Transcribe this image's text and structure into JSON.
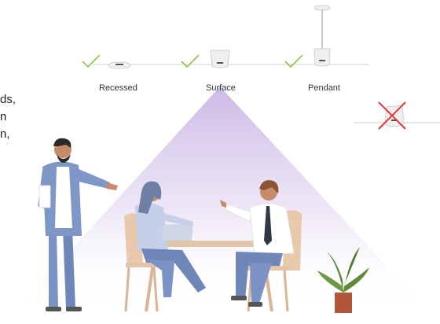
{
  "mounts": [
    {
      "label": "Recessed",
      "status": "supported"
    },
    {
      "label": "Surface",
      "status": "supported"
    },
    {
      "label": "Pendant",
      "status": "supported"
    },
    {
      "label": "",
      "status": "not-supported"
    }
  ],
  "cut_text_lines": [
    "ds,",
    "n",
    "n,"
  ],
  "icons": {
    "check": "checkmark-icon",
    "cross": "red-x-icon"
  },
  "colors": {
    "check_green": "#8cc63f",
    "cross_red": "#e8343a",
    "cone_top": "#c9b6e4",
    "shirt_blue": "#7f97c6",
    "pants_blue": "#6f86b8",
    "plant_green": "#5e8a3a",
    "pot_brown": "#b2563a"
  }
}
